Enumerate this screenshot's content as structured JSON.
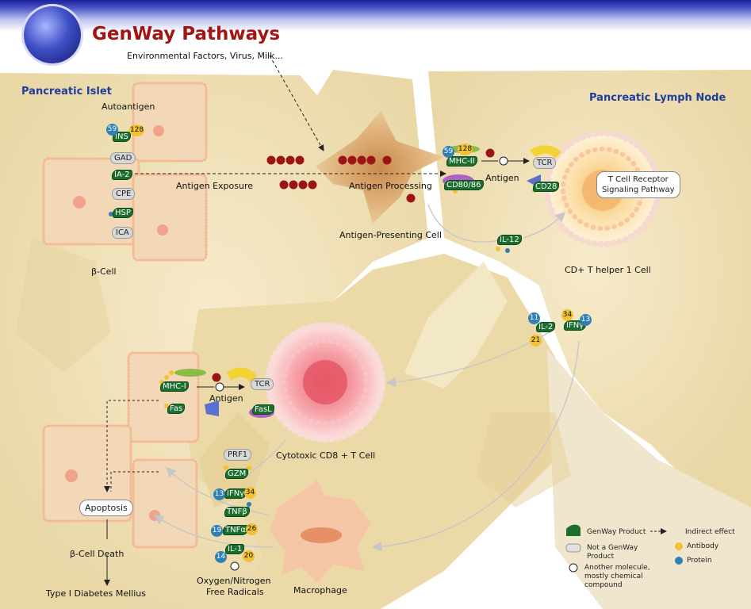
{
  "header": {
    "title": "GenWay Pathways",
    "subtitle": "Environmental Factors, Virus, Milk..."
  },
  "regions": {
    "islet": "Pancreatic Islet",
    "lymph_node": "Pancreatic Lymph Node"
  },
  "labels": {
    "autoantigen": "Autoantigen",
    "antigen_exposure": "Antigen Exposure",
    "antigen_processing": "Antigen Processing",
    "apc": "Antigen-Presenting Cell",
    "beta_cell": "β-Cell",
    "antigen_upper": "Antigen",
    "antigen_lower": "Antigen",
    "th1": "CD+ T helper 1 Cell",
    "ctl": "Cytotoxic CD8 + T Cell",
    "beta_death": "β-Cell Death",
    "diabetes": "Type I Diabetes Mellius",
    "oxygen_1": "Oxygen/Nitrogen",
    "oxygen_2": "Free Radicals",
    "macrophage": "Macrophage"
  },
  "boxes": {
    "tcr_pathway_1": "T Cell Receptor",
    "tcr_pathway_2": "Signaling Pathway",
    "apoptosis": "Apoptosis"
  },
  "molecules": {
    "ins": "INS",
    "gad": "GAD",
    "ia2": "IA-2",
    "cpe": "CPE",
    "hsp": "HSP",
    "ica": "ICA",
    "mhc2": "MHC-II",
    "cd8086": "CD80/86",
    "tcr_up": "TCR",
    "cd28": "CD28",
    "il12": "IL-12",
    "il2": "IL-2",
    "ifng_up": "IFNγ",
    "mhc1": "MHC-I",
    "fas": "Fas",
    "tcr_low": "TCR",
    "fasl": "FasL",
    "prf1": "PRF1",
    "gzm": "GZM",
    "ifng_low": "IFNγ",
    "tnfb": "TNFβ",
    "tnfa": "TNFα",
    "il1": "IL-1"
  },
  "numbers": {
    "ins_left": "59",
    "ins_right": "128",
    "mhc2_left": "59",
    "mhc2_right": "128",
    "il2_top": "11",
    "il2_bottom": "21",
    "ifng_up_top": "34",
    "ifng_up_right": "13",
    "ifng_low_left": "13",
    "ifng_low_right": "34",
    "tnfa_left": "19",
    "tnfa_right": "26",
    "il1_left": "14",
    "il1_right": "20"
  },
  "legend": {
    "genway_product": "GenWay Product",
    "not_genway_1": "Not a GenWay",
    "not_genway_2": "Product",
    "other_1": "Another molecule,",
    "other_2": "mostly chemical",
    "other_3": "compound",
    "indirect": "Indirect effect",
    "antibody": "Antibody",
    "protein": "Protein"
  },
  "colors": {
    "title": "#a11515",
    "region_label": "#1f3d9a",
    "genway_product": "#1c6e2e",
    "antibody": "#f2c232",
    "protein": "#2f7fb5",
    "tissue": "#efdfb3",
    "antigen_particle": "#9b1416"
  }
}
